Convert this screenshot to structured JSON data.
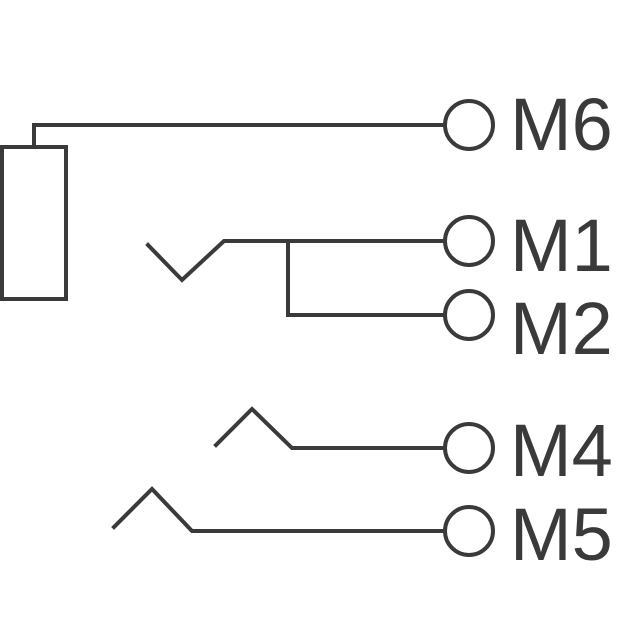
{
  "diagram": {
    "pins": {
      "m6": "M6",
      "m1": "M1",
      "m2": "M2",
      "m4": "M4",
      "m5": "M5"
    },
    "colors": {
      "line": "#3a3a3a",
      "background": "#ffffff"
    }
  }
}
